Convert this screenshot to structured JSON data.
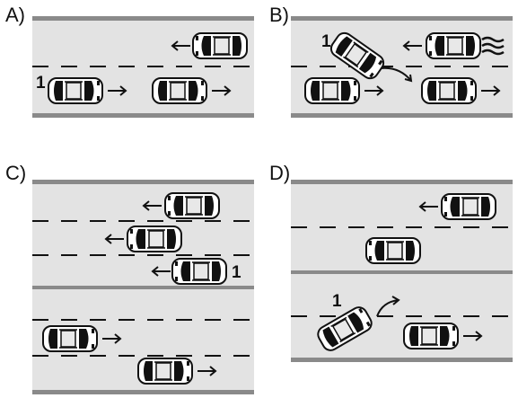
{
  "panels": [
    {
      "label": "A)",
      "vehicle_number": "1"
    },
    {
      "label": "B)",
      "vehicle_number": "1"
    },
    {
      "label": "C)",
      "vehicle_number": "1"
    },
    {
      "label": "D)",
      "vehicle_number": "1"
    }
  ],
  "colors": {
    "road": "#e3e3e3",
    "edge": "#8a8a8a",
    "lane_dash": "#111111",
    "car_body": "#ffffff",
    "car_glass": "#111111"
  },
  "icons": [
    "car-icon",
    "arrow-right-icon",
    "arrow-left-icon",
    "curved-arrow-icon",
    "speed-lines-icon"
  ]
}
